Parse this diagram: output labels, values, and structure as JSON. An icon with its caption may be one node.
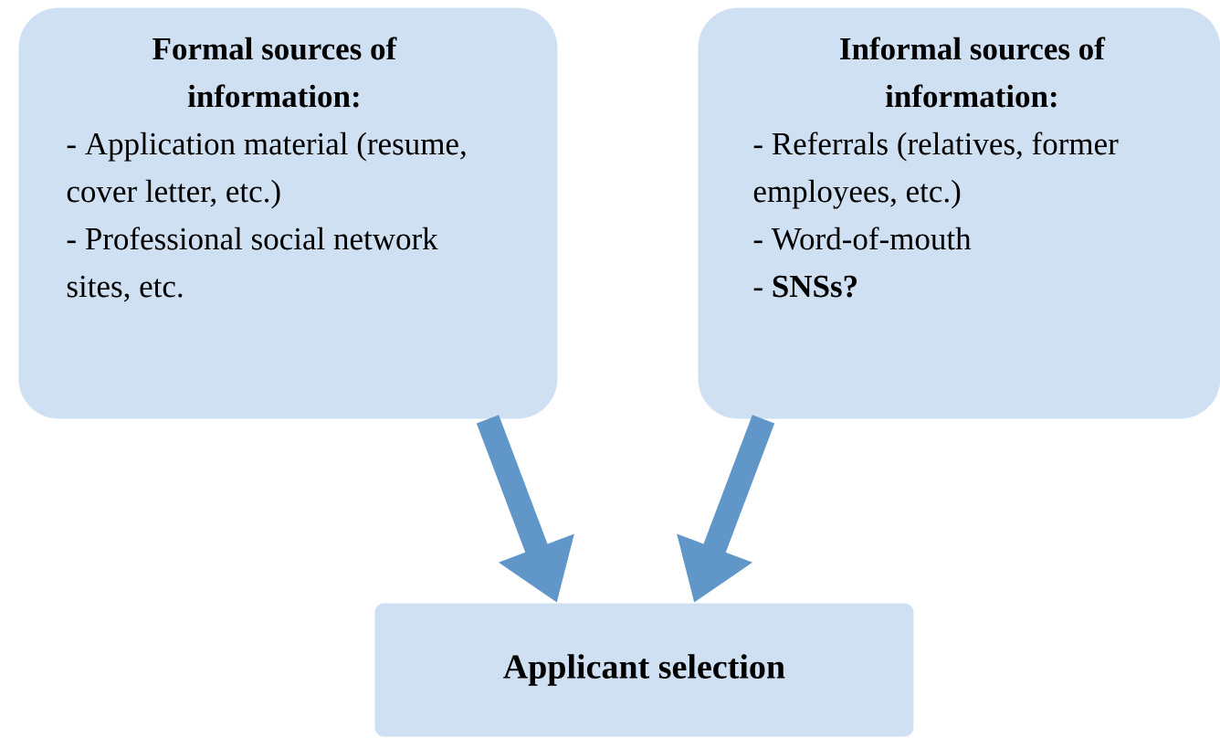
{
  "diagram": {
    "nodes": [
      {
        "text": [
          "Formal sources of information:",
          "- Application material (resume, cover letter, etc.)",
          "- Professional social network sites, etc."
        ]
      },
      {
        "text": [
          "Informal sources of information:",
          "- Referrals (relatives, former employees, etc.)",
          "- Word-of-mouth",
          "- **SNSs?**"
        ]
      },
      {
        "text": [
          "Applicant selection"
        ]
      }
    ],
    "edges": [
      {
        "from": 0,
        "to": 2,
        "arrow": "to"
      },
      {
        "from": 1,
        "to": 2,
        "arrow": "to"
      }
    ]
  }
}
